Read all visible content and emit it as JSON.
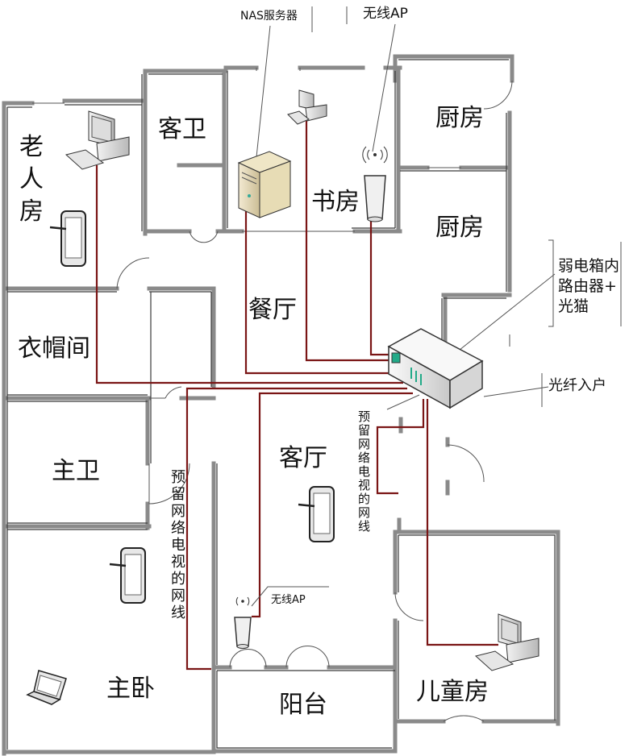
{
  "rooms": {
    "guest_bath": "客卫",
    "elder_room": "老\n人\n房",
    "study": "书房",
    "kitchen_1": "厨房",
    "kitchen_2": "厨房",
    "dining": "餐厅",
    "cloakroom": "衣帽间",
    "master_bath": "主卫",
    "living": "客厅",
    "master_bedroom": "主卧",
    "balcony": "阳台",
    "kids_room": "儿童房"
  },
  "annotations": {
    "nas_server": "NAS服务器",
    "wireless_ap_top": "无线AP",
    "wireless_ap_living": "无线AP",
    "weak_box": "弱电箱内\n路由器+\n光猫",
    "fiber_in": "光纤入户",
    "iptv_reserve_1": "预留网络电视的网线",
    "iptv_reserve_2": "预留网络电视的网线"
  },
  "icons": [
    "desktop-computer-icon",
    "tablet-icon",
    "server-tower-icon",
    "wireless-ap-icon",
    "router-icon",
    "laptop-icon"
  ],
  "colors": {
    "cable": "#7a1515",
    "wall": "#8a8a8a"
  }
}
